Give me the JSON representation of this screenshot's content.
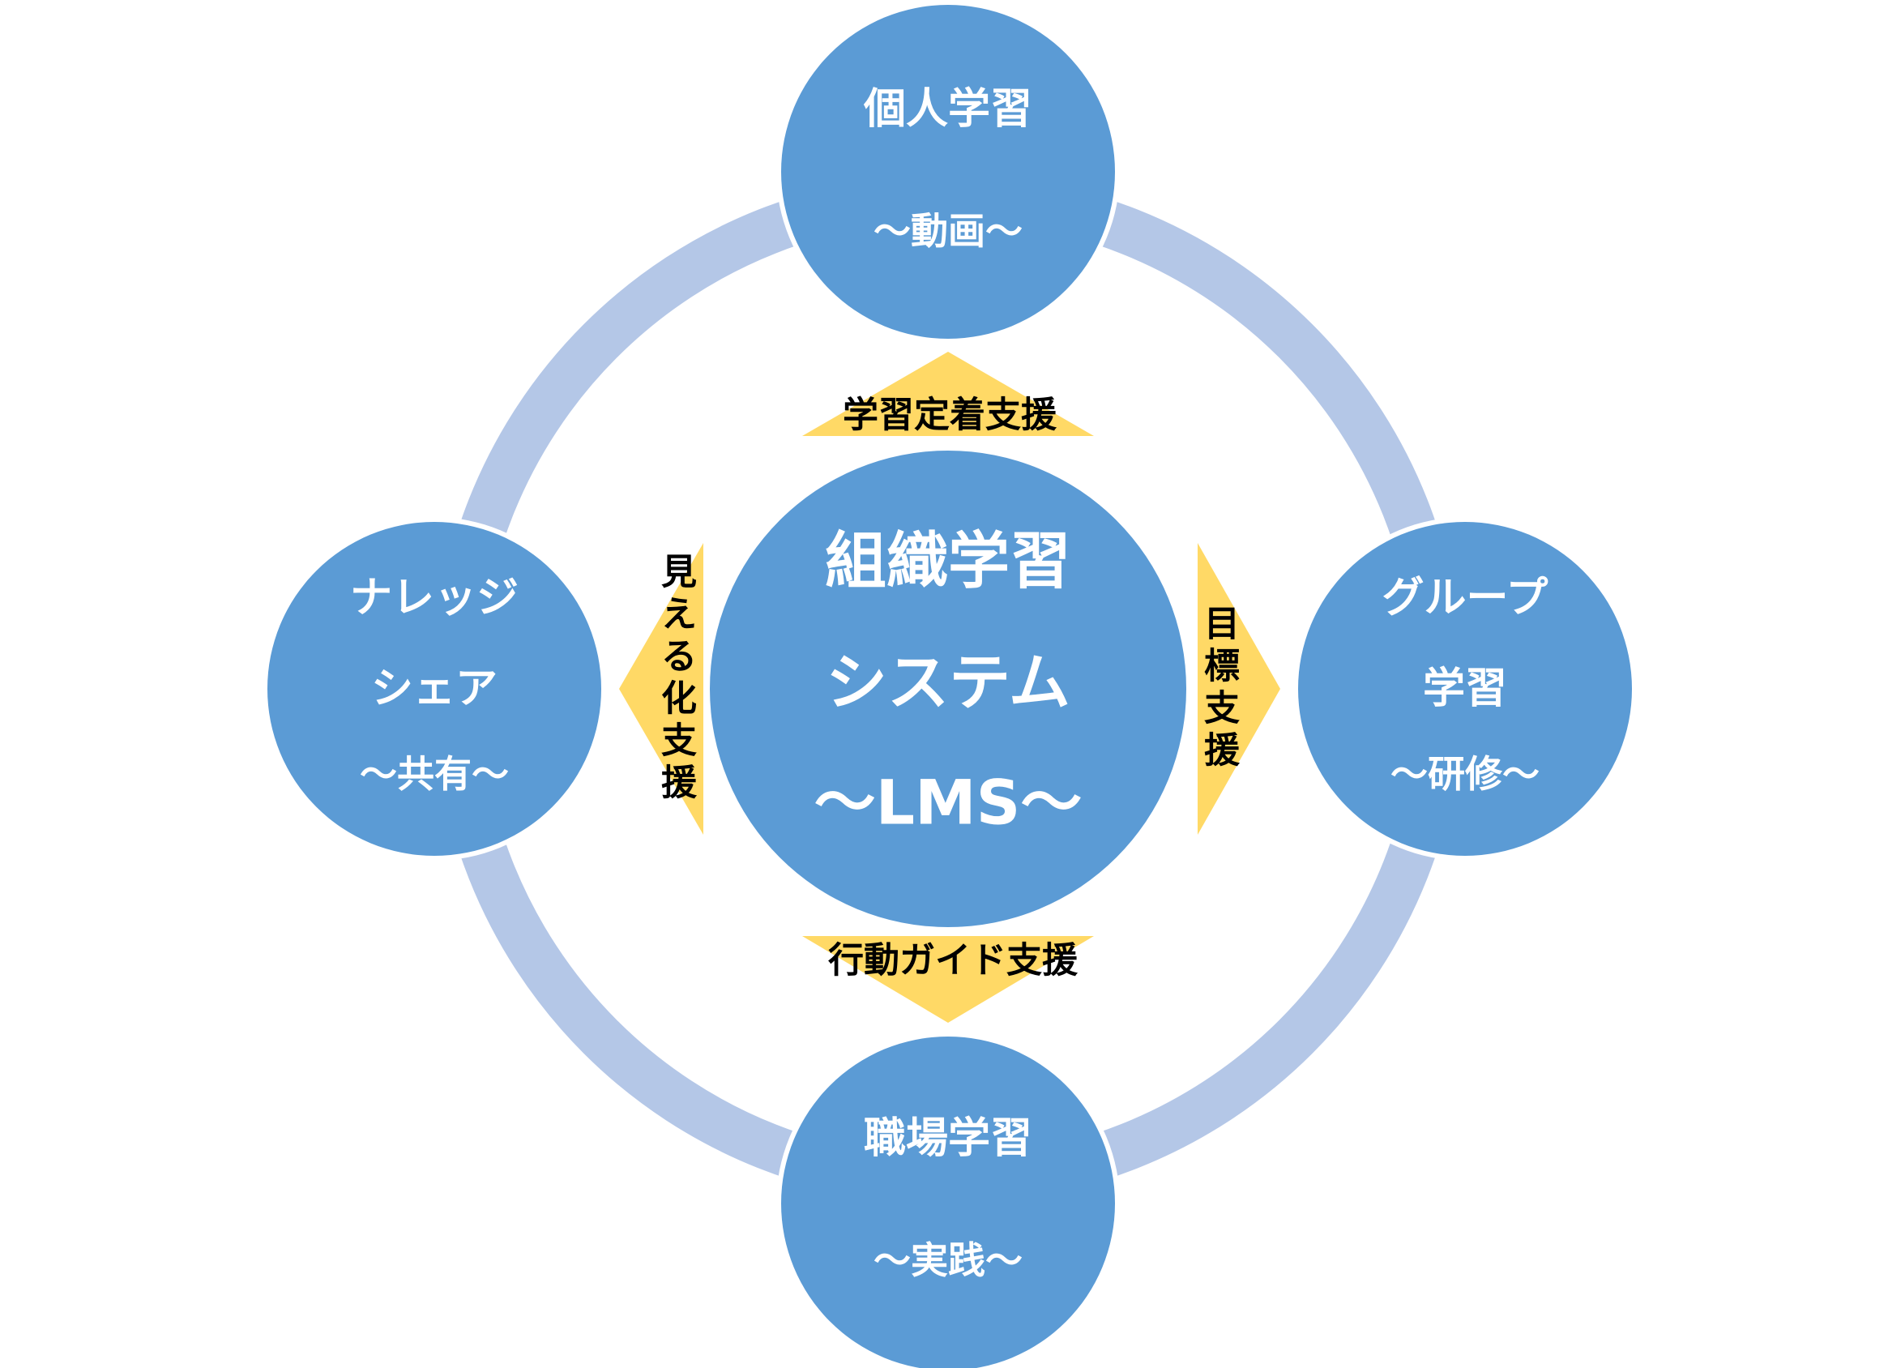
{
  "colors": {
    "ring": "#b4c7e7",
    "circle": "#5b9bd5",
    "arrow": "#ffd966",
    "white": "#ffffff",
    "arrow_text": "#000000"
  },
  "center": {
    "line1": "組織学習",
    "line2": "システム",
    "line3": "～LMS～"
  },
  "nodes": {
    "top": {
      "title": "個人学習",
      "sub": "～動画～"
    },
    "right": {
      "title1": "グループ",
      "title2": "学習",
      "sub": "～研修～"
    },
    "bottom": {
      "title": "職場学習",
      "sub": "～実践～"
    },
    "left": {
      "title1": "ナレッジ",
      "title2": "シェア",
      "sub": "～共有～"
    }
  },
  "arrows": {
    "up": "学習定着支援",
    "down": "行動ガイド支援",
    "right": "目標支援",
    "left": "見える化支援"
  }
}
